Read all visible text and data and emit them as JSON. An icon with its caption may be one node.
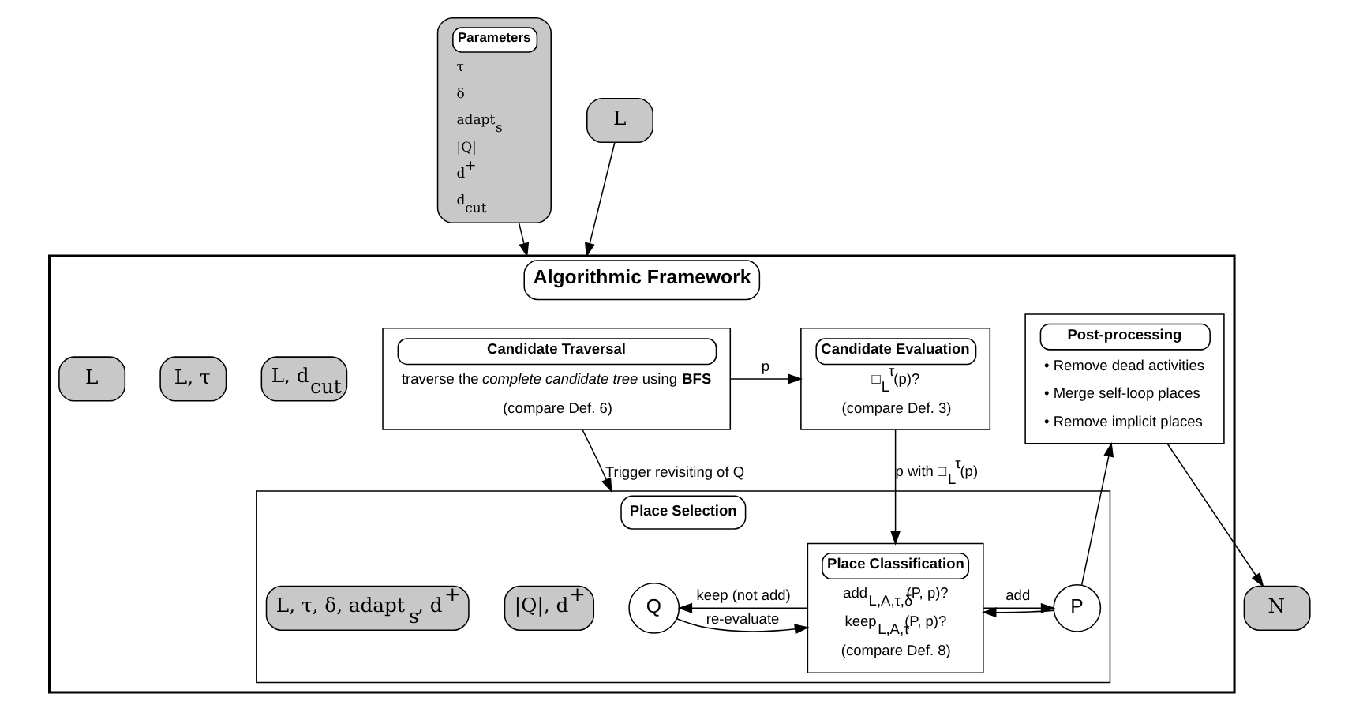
{
  "diagram": {
    "nodes": [
      {
        "text": [
          "Algorithmic Framework"
        ]
      },
      {
        "text": [
          "Candidate Traversal",
          "traverse the *complete candidate tree* using **BFS**",
          "(compare Def. 6)"
        ],
        "in": 0
      },
      {
        "text": [
          "L, d$_{cut}$"
        ],
        "in": 0
      },
      {
        "text": [
          "Candidate Evaluation",
          "□$_{L}$$^{τ}$(p)?",
          "(compare Def. 3)"
        ],
        "in": 0
      },
      {
        "text": [
          "L, τ"
        ],
        "in": 0
      },
      {
        "text": [
          "Post-processing",
          "• Remove dead activities",
          "• Merge self-loop places",
          "• Remove implicit places"
        ],
        "in": 0
      },
      {
        "text": [
          "L"
        ],
        "in": 0
      },
      {
        "text": [
          "Place Selection"
        ],
        "in": 0
      },
      {
        "text": [
          "Q"
        ],
        "in": 7
      },
      {
        "text": [
          "|Q|, d$^{+}$"
        ],
        "in": 7
      },
      {
        "text": [
          "Place Classification",
          "add$_{L,A,τ,δ}$(P, p)?",
          "keep$_{L,A,τ}$(P, p)?",
          "(compare Def. 8)"
        ],
        "in": 7
      },
      {
        "text": [
          "L, τ, δ, adapt$_{s}$, d$^{+}$"
        ],
        "in": 7
      },
      {
        "text": [
          "P"
        ],
        "in": 7
      },
      {
        "text": [
          "L"
        ]
      },
      {
        "text": [
          "Parameters",
          "τ",
          "δ",
          "adapt$_{s}$",
          "|Q|",
          "d$^{+}$",
          "d$_{cut}$"
        ]
      },
      {
        "text": [
          "N"
        ]
      }
    ],
    "edges": [
      {
        "from": 13,
        "to": 0,
        "arrow": "to"
      },
      {
        "from": 14,
        "to": 0,
        "arrow": "to"
      },
      {
        "from": 1,
        "to": 3,
        "arrow": "to",
        "label": "p"
      },
      {
        "from": 1,
        "to": 7,
        "arrow": "to",
        "label": "Trigger revisiting of Q"
      },
      {
        "from": 3,
        "to": 10,
        "arrow": "to",
        "label": "p with □$_{L}$$^{τ}$(p)"
      },
      {
        "from": 10,
        "to": 8,
        "arrow": "to",
        "label": "keep (not add)"
      },
      {
        "from": 8,
        "to": 10,
        "arrow": "to",
        "label": "re-evaluate"
      },
      {
        "from": 10,
        "to": 12,
        "arrow": "to",
        "label": "add"
      },
      {
        "from": 12,
        "to": 10,
        "arrow": "to"
      },
      {
        "from": 12,
        "to": 5,
        "arrow": "to"
      },
      {
        "from": 5,
        "to": 15,
        "arrow": "to"
      }
    ]
  }
}
